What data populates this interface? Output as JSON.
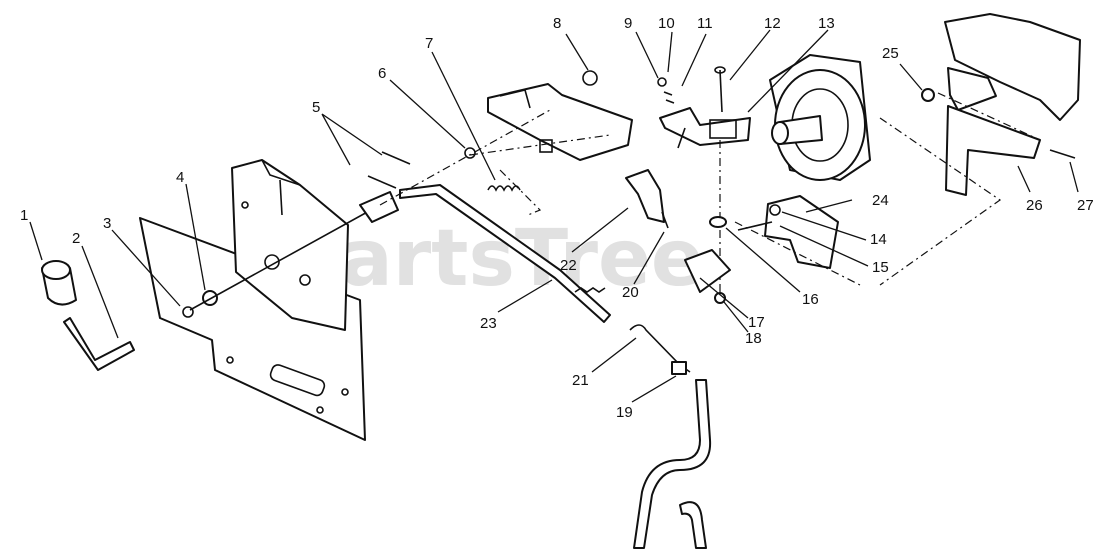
{
  "watermark": "PartsTree",
  "callouts": [
    {
      "n": "1"
    },
    {
      "n": "2"
    },
    {
      "n": "3"
    },
    {
      "n": "4"
    },
    {
      "n": "5"
    },
    {
      "n": "6"
    },
    {
      "n": "7"
    },
    {
      "n": "8"
    },
    {
      "n": "9"
    },
    {
      "n": "10"
    },
    {
      "n": "11"
    },
    {
      "n": "12"
    },
    {
      "n": "13"
    },
    {
      "n": "14"
    },
    {
      "n": "15"
    },
    {
      "n": "16"
    },
    {
      "n": "17"
    },
    {
      "n": "18"
    },
    {
      "n": "19"
    },
    {
      "n": "20"
    },
    {
      "n": "21"
    },
    {
      "n": "22"
    },
    {
      "n": "23"
    },
    {
      "n": "24"
    },
    {
      "n": "25"
    },
    {
      "n": "26"
    },
    {
      "n": "27"
    }
  ]
}
